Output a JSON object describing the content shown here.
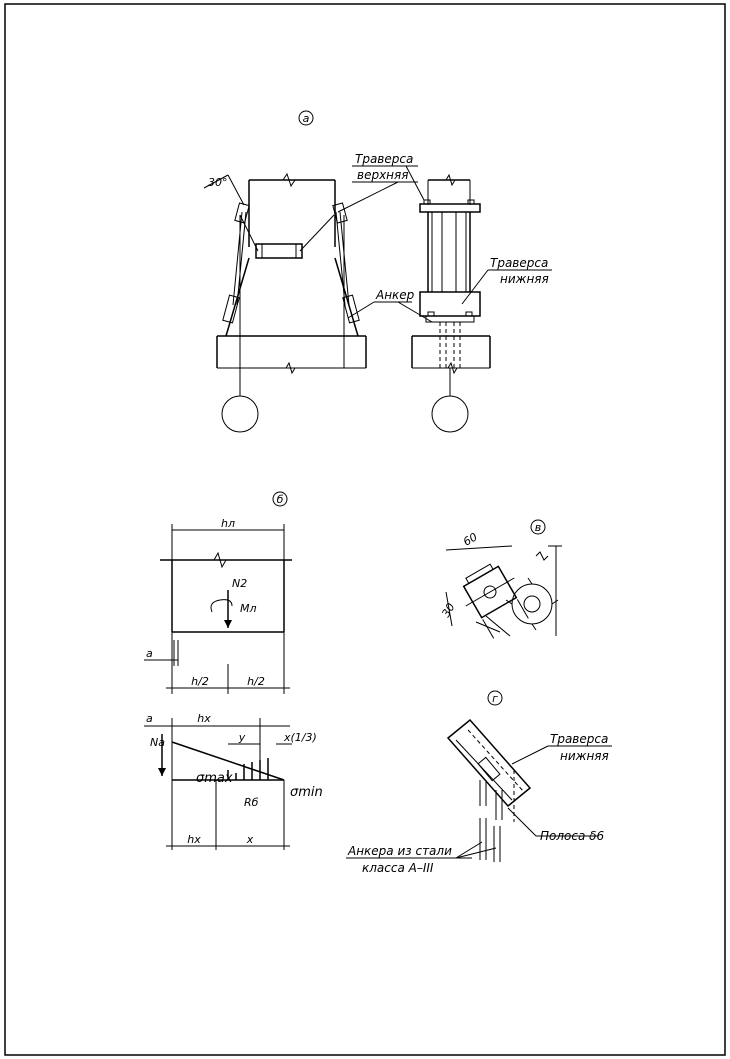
{
  "labels": {
    "view_a": "а",
    "view_b": "б",
    "view_v": "в",
    "view_g": "г",
    "angle_30": "30°",
    "traversa_top_1": "Траверса",
    "traversa_top_2": "верхняя",
    "traversa_bot_1": "Траверса",
    "traversa_bot_2": "нижняя",
    "anker": "Анкер",
    "hn": "hл",
    "n2": "N2",
    "mn": "Mл",
    "a1": "a",
    "h_half_1": "h/2",
    "h_half_2": "h/2",
    "a2": "a",
    "hx_top": "hx",
    "na": "Na",
    "y": "y",
    "x13": "x(1/3)",
    "sigma_max": "σmax",
    "sigma_min": "σmin",
    "rb": "Rб",
    "hx_bot": "hx",
    "x_bot": "x",
    "dim_60": "60",
    "dim_30": "30",
    "traversa_g_1": "Траверса",
    "traversa_g_2": "нижняя",
    "polosa": "Полоса δ6",
    "anchors_1": "Анкера из стали",
    "anchors_2": "класса А–III"
  }
}
